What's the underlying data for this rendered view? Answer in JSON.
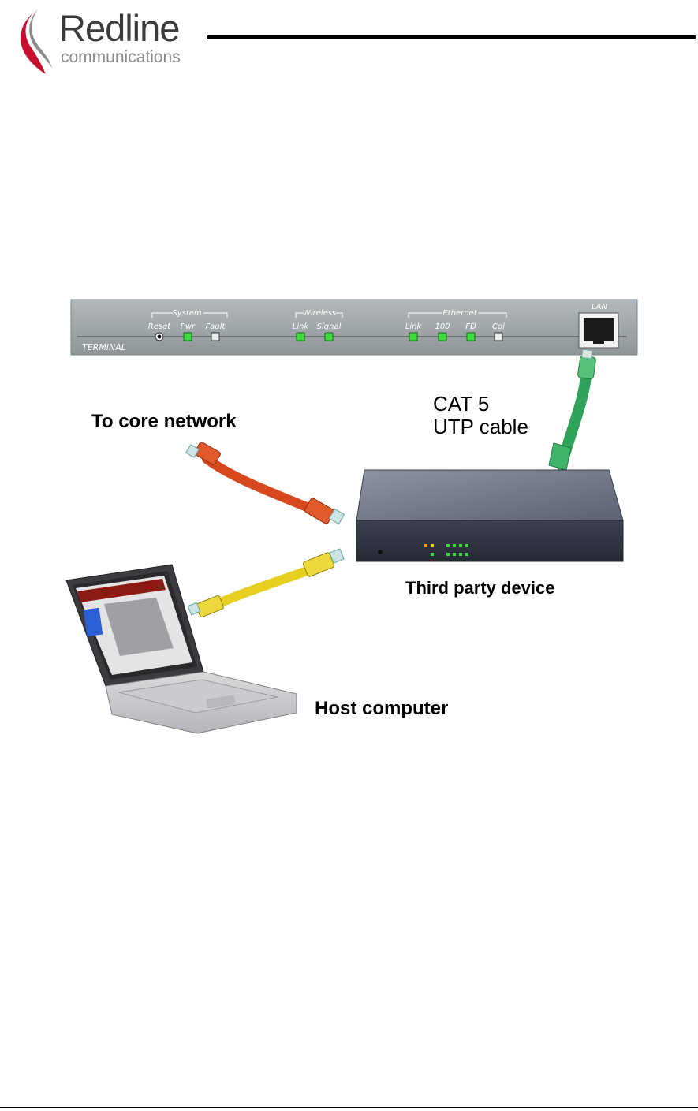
{
  "header": {
    "brand_name": "Redline",
    "brand_sub": "communications"
  },
  "terminal_panel": {
    "groups": {
      "system": "System",
      "wireless": "Wireless",
      "ethernet": "Ethernet"
    },
    "labels": {
      "reset": "Reset",
      "pwr": "Pwr",
      "fault": "Fault",
      "wireless_link": "Link",
      "signal": "Signal",
      "ethernet_link": "Link",
      "speed_100": "100",
      "fd": "FD",
      "col": "Col",
      "lan": "LAN",
      "terminal": "TERMINAL"
    },
    "colors": {
      "panel": "#9aa1a3",
      "led_on": "#3ddc3d",
      "led_off": "#e8ece8"
    }
  },
  "diagram": {
    "cable_label_line1": "CAT 5",
    "cable_label_line2": "UTP cable",
    "core_network": "To core network",
    "third_party_device": "Third party device",
    "host_computer": "Host computer",
    "cable_colors": {
      "uplink": "#d8481f",
      "lan": "#2fa35a",
      "host": "#e6cf1e"
    }
  }
}
